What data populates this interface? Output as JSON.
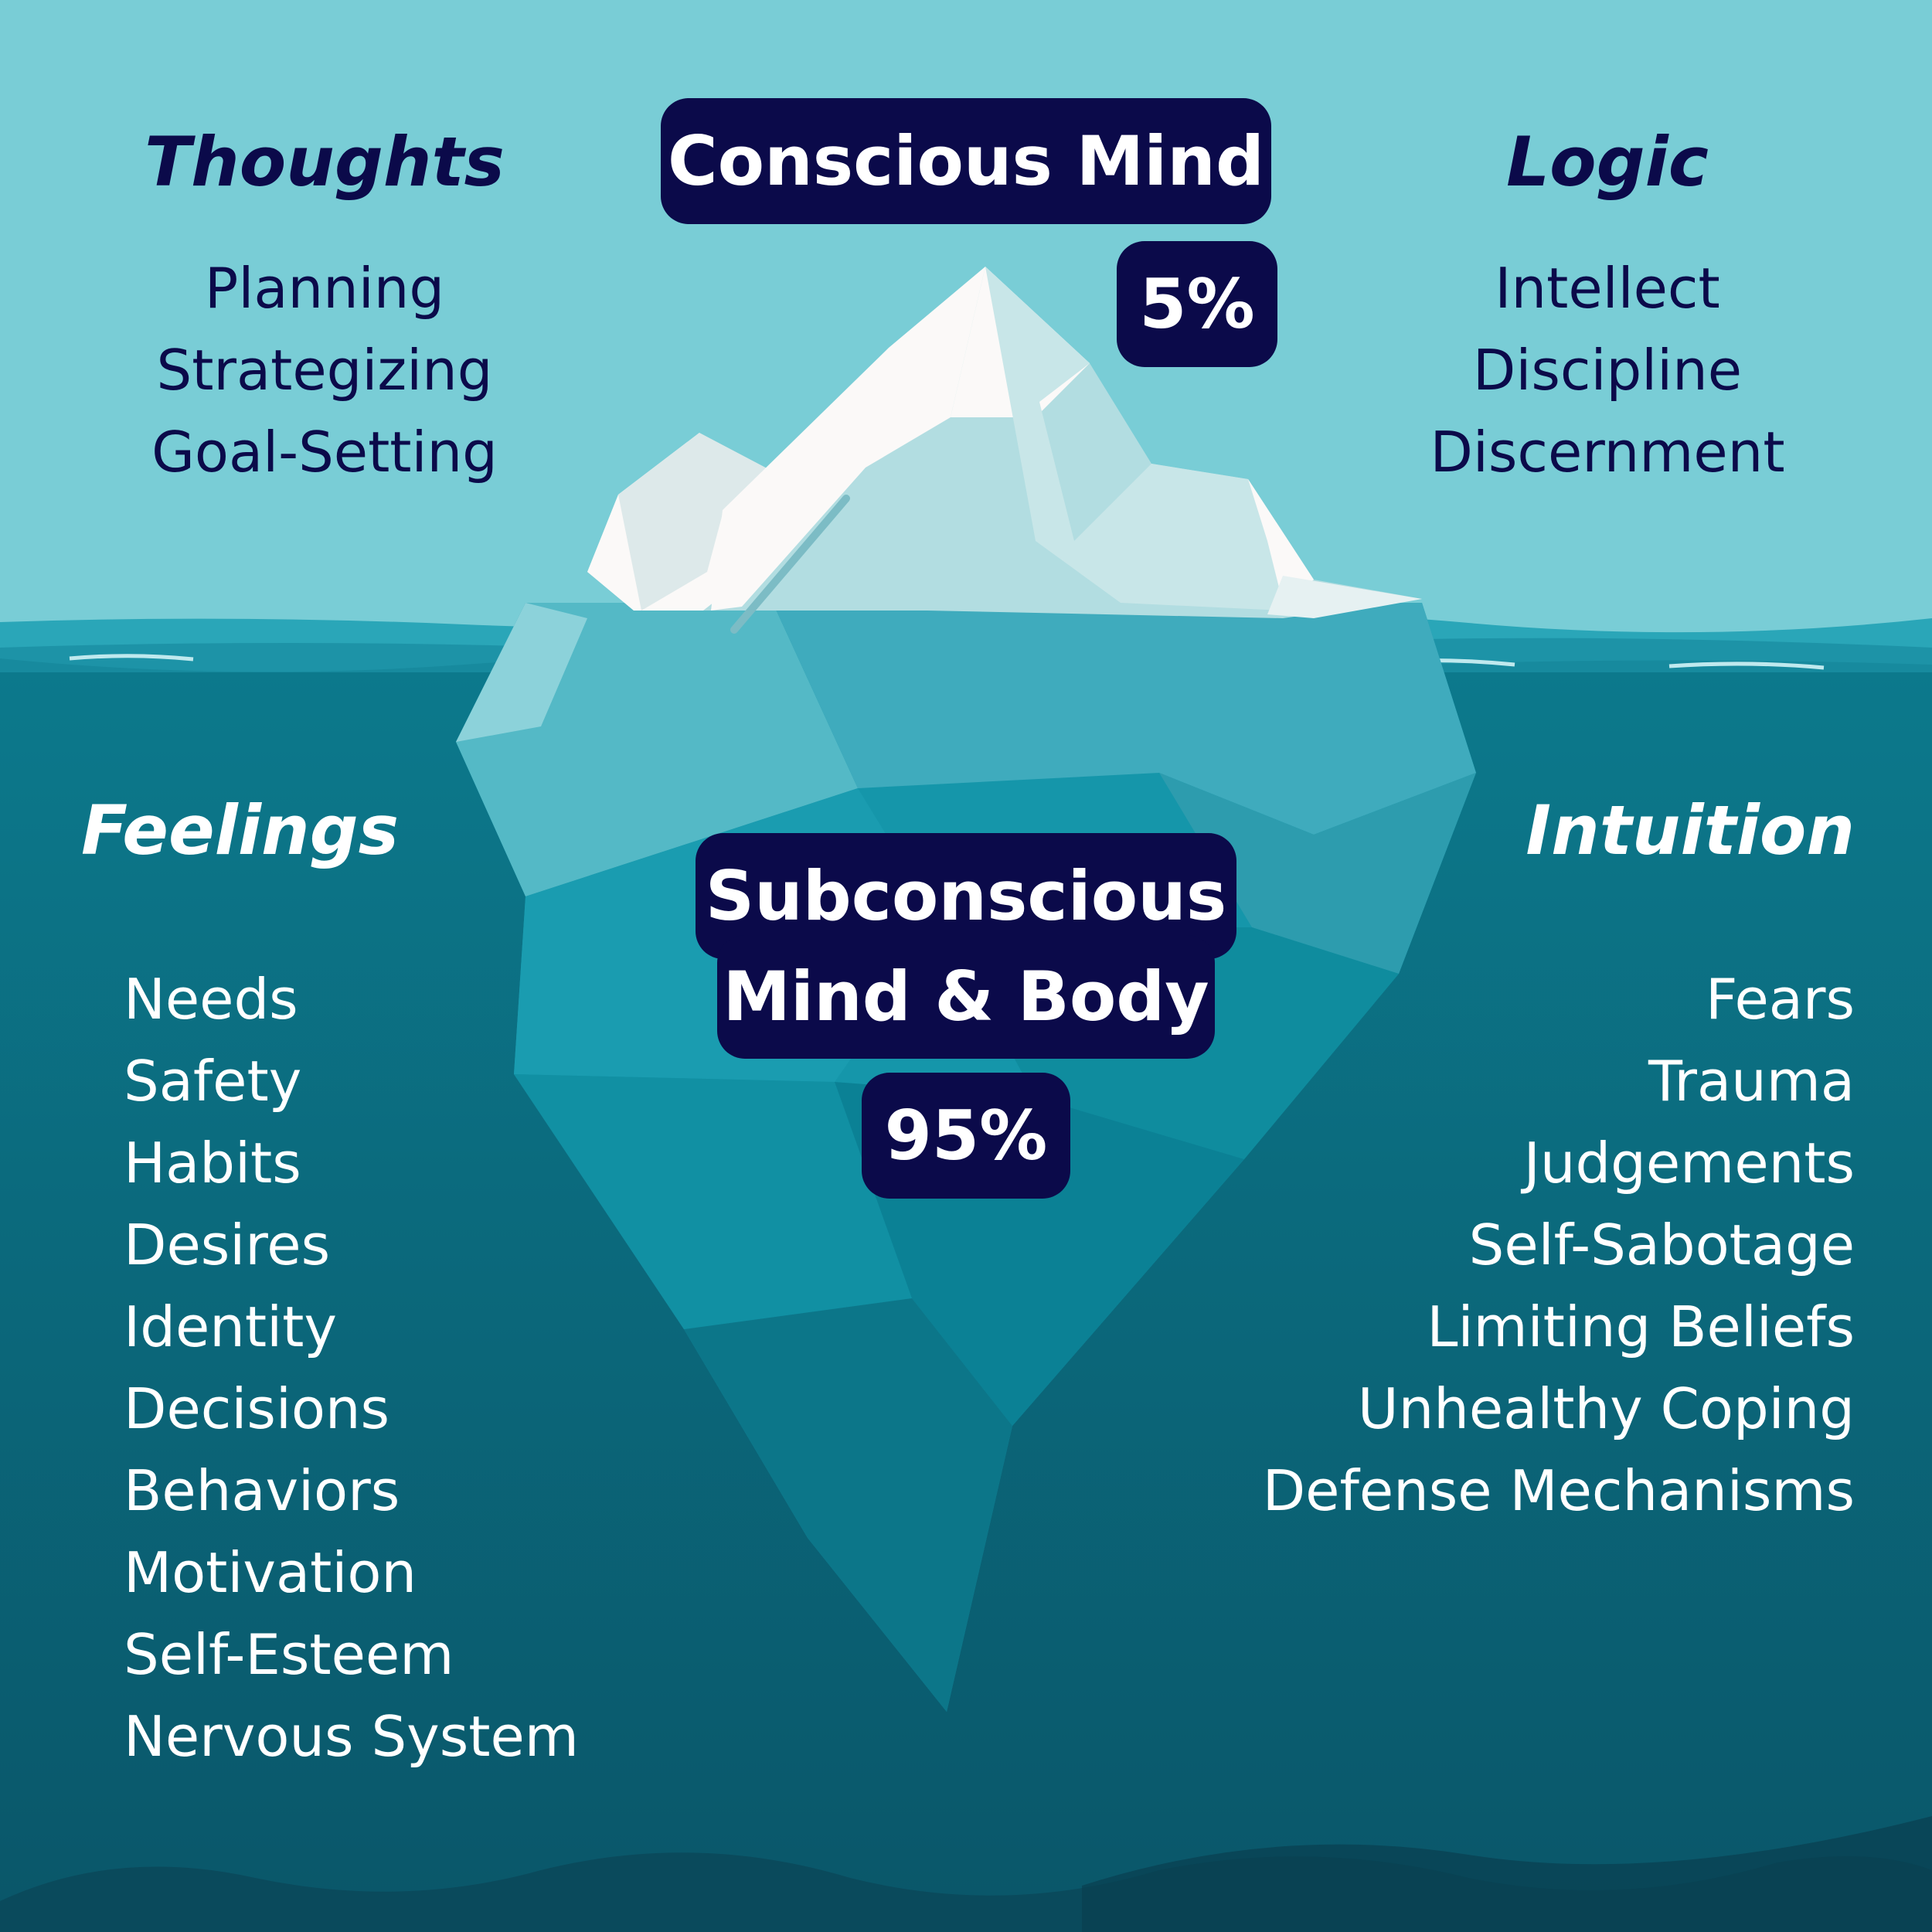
{
  "colors": {
    "sky": "#79cdd6",
    "deep_water": "#0b6577",
    "badge_bg": "#0b0a4a",
    "dark_text": "#0b0a4a",
    "light_text": "#ffffff",
    "ice_white": "#fbf9f8",
    "ice_shadow": "#dde9ea"
  },
  "conscious": {
    "title": "Conscious Mind",
    "percent": "5%",
    "left": {
      "heading": "Thoughts",
      "items": [
        "Planning",
        "Strategizing",
        "Goal-Setting"
      ]
    },
    "right": {
      "heading": "Logic",
      "items": [
        "Intellect",
        "Discipline",
        "Discernment"
      ]
    }
  },
  "subconscious": {
    "title_line1": "Subconscious",
    "title_line2": "Mind & Body",
    "percent": "95%",
    "left": {
      "heading": "Feelings",
      "items": [
        "Needs",
        "Safety",
        "Habits",
        "Desires",
        "Identity",
        "Decisions",
        "Behaviors",
        "Motivation",
        "Self-Esteem",
        "Nervous System"
      ]
    },
    "right": {
      "heading": "Intuition",
      "items": [
        "Fears",
        "Trauma",
        "Judgements",
        "Self-Sabotage",
        "Limiting Beliefs",
        "Unhealthy Coping",
        "Defense Mechanisms"
      ]
    }
  }
}
